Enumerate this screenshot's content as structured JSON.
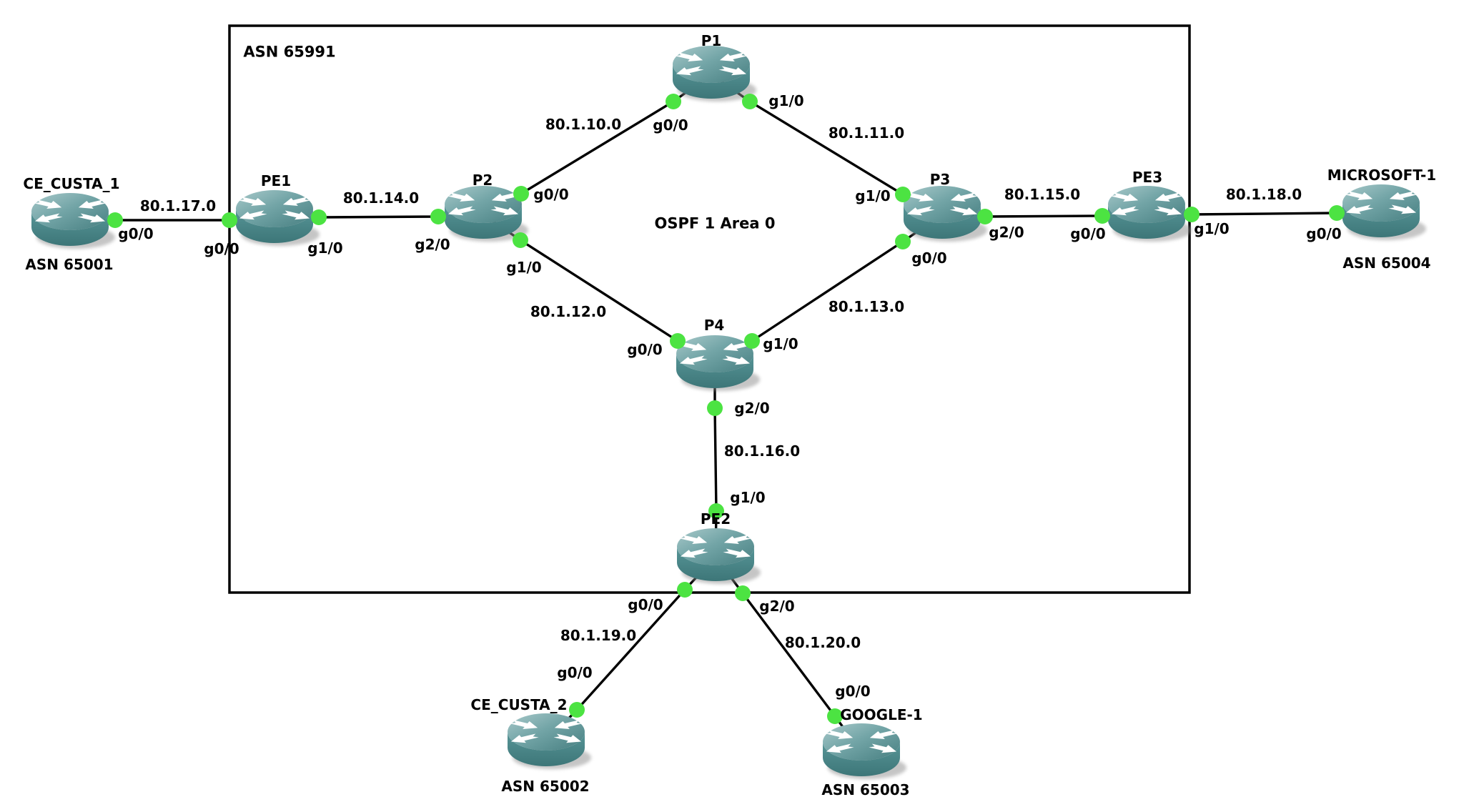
{
  "zone": {
    "label": "ASN 65991"
  },
  "area": {
    "label": "OSPF 1 Area 0"
  },
  "colors": {
    "background": "#ffffff",
    "line": "#000000",
    "router_top": "#9dc2c3",
    "router_body": "#4e8b8d",
    "endpoint_dot_green": "#4ce342",
    "label_text": "#000000"
  },
  "icons": {
    "router-icon": "teal-cylinder-with-four-white-arrows",
    "link-endpoint-dot": "small-green-circle"
  },
  "nodes": {
    "ce_custa_1": {
      "name": "CE_CUSTA_1",
      "asn": "ASN 65001"
    },
    "pe1": {
      "name": "PE1"
    },
    "p1": {
      "name": "P1"
    },
    "p2": {
      "name": "P2"
    },
    "p3": {
      "name": "P3"
    },
    "p4": {
      "name": "P4"
    },
    "pe2": {
      "name": "PE2"
    },
    "pe3": {
      "name": "PE3"
    },
    "microsoft_1": {
      "name": "MICROSOFT-1",
      "asn": "ASN 65004"
    },
    "ce_custa_2": {
      "name": "CE_CUSTA_2",
      "asn": "ASN 65002"
    },
    "google_1": {
      "name": "GOOGLE-1",
      "asn": "ASN 65003"
    }
  },
  "links": {
    "ce1_pe1": {
      "network": "80.1.17.0",
      "if_a": "g0/0",
      "if_b": "g0/0"
    },
    "pe1_p2": {
      "network": "80.1.14.0",
      "if_a": "g1/0",
      "if_b": "g2/0"
    },
    "p2_p1": {
      "network": "80.1.10.0",
      "if_a": "g0/0",
      "if_b": "g0/0"
    },
    "p1_p3": {
      "network": "80.1.11.0",
      "if_a": "g1/0",
      "if_b": "g1/0"
    },
    "p2_p4": {
      "network": "80.1.12.0",
      "if_a": "g1/0",
      "if_b": "g0/0"
    },
    "p3_p4": {
      "network": "80.1.13.0",
      "if_a": "g0/0",
      "if_b": "g1/0"
    },
    "p3_pe3": {
      "network": "80.1.15.0",
      "if_a": "g2/0",
      "if_b": "g0/0"
    },
    "pe3_microsoft": {
      "network": "80.1.18.0",
      "if_a": "g1/0",
      "if_b": "g0/0"
    },
    "p4_pe2": {
      "network": "80.1.16.0",
      "if_a": "g2/0",
      "if_b": "g1/0"
    },
    "pe2_ce2": {
      "network": "80.1.19.0",
      "if_a": "g0/0",
      "if_b": "g0/0"
    },
    "pe2_google": {
      "network": "80.1.20.0",
      "if_a": "g2/0",
      "if_b": "g0/0"
    }
  }
}
